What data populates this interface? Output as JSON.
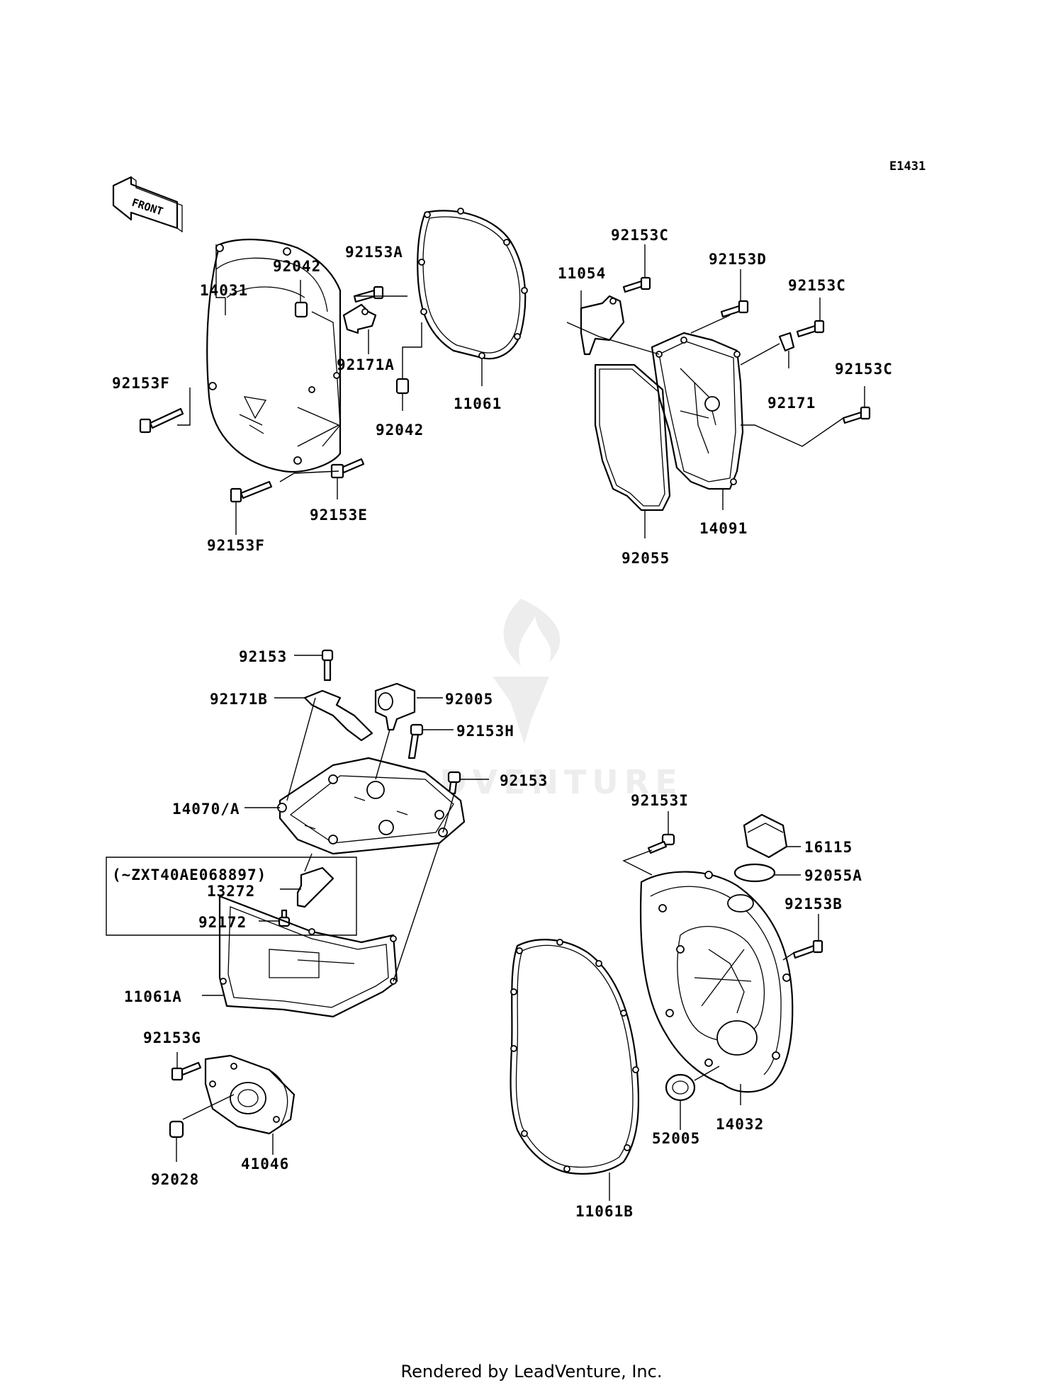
{
  "diagram_code": "E1431",
  "front_label": "FRONT",
  "labels": {
    "l_92042_top": "92042",
    "l_92153A": "92153A",
    "l_14031": "14031",
    "l_92171A": "92171A",
    "l_92153F_a": "92153F",
    "l_92042_b": "92042",
    "l_11061": "11061",
    "l_92153E": "92153E",
    "l_92153F_b": "92153F",
    "l_92153C_a": "92153C",
    "l_11054": "11054",
    "l_92153D": "92153D",
    "l_92153C_b": "92153C",
    "l_92153C_c": "92153C",
    "l_92171": "92171",
    "l_14091": "14091",
    "l_92055": "92055",
    "l_92153_a": "92153",
    "l_92171B": "92171B",
    "l_92005": "92005",
    "l_92153H": "92153H",
    "l_92153_b": "92153",
    "l_14070A": "14070/A",
    "l_serial_note": "(~ZXT40AE068897)",
    "l_13272": "13272",
    "l_92172": "92172",
    "l_11061A": "11061A",
    "l_92153G": "92153G",
    "l_41046": "41046",
    "l_92028": "92028",
    "l_92153I": "92153I",
    "l_16115": "16115",
    "l_92055A": "92055A",
    "l_92153B": "92153B",
    "l_52005": "52005",
    "l_14032": "14032",
    "l_11061B": "11061B"
  },
  "watermark_text": "LEADVENTURE",
  "footer": "Rendered by LeadVenture, Inc."
}
